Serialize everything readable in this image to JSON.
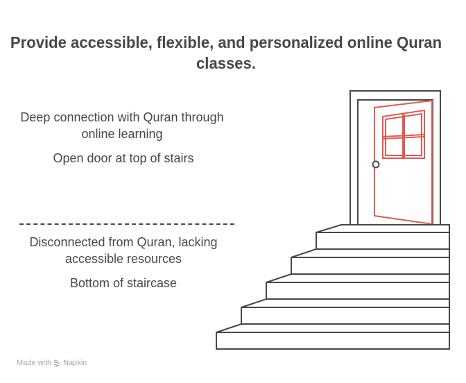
{
  "title": "Provide accessible, flexible, and personalized online Quran classes.",
  "top_section": {
    "description": "Deep connection with Quran through online learning",
    "visual": "Open door at top of stairs"
  },
  "bottom_section": {
    "description": "Disconnected from Quran, lacking accessible resources",
    "visual": "Bottom of staircase"
  },
  "footer": {
    "made_with": "Made with",
    "brand": "Napkin"
  },
  "colors": {
    "text": "#474747",
    "stroke": "#474747",
    "door_accent": "#e05a4e",
    "footer_text": "#a9a9a9"
  }
}
